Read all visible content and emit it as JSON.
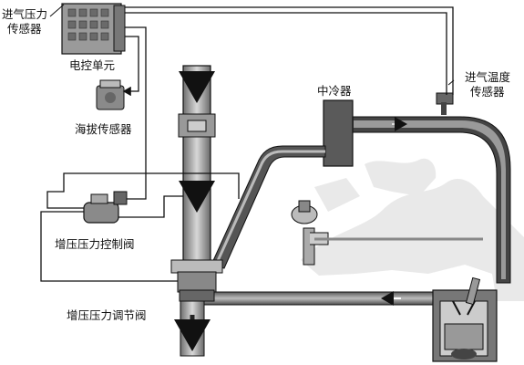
{
  "labels": {
    "intake_pressure_sensor": [
      "进气压力",
      "传感器"
    ],
    "ecu": "电控单元",
    "altitude_sensor": "海拔传感器",
    "intercooler": "中冷器",
    "intake_temp_sensor": [
      "进气温度",
      "传感器"
    ],
    "boost_control_valve": "增压压力控制阀",
    "boost_regulating_valve": "增压压力调节阀"
  }
}
